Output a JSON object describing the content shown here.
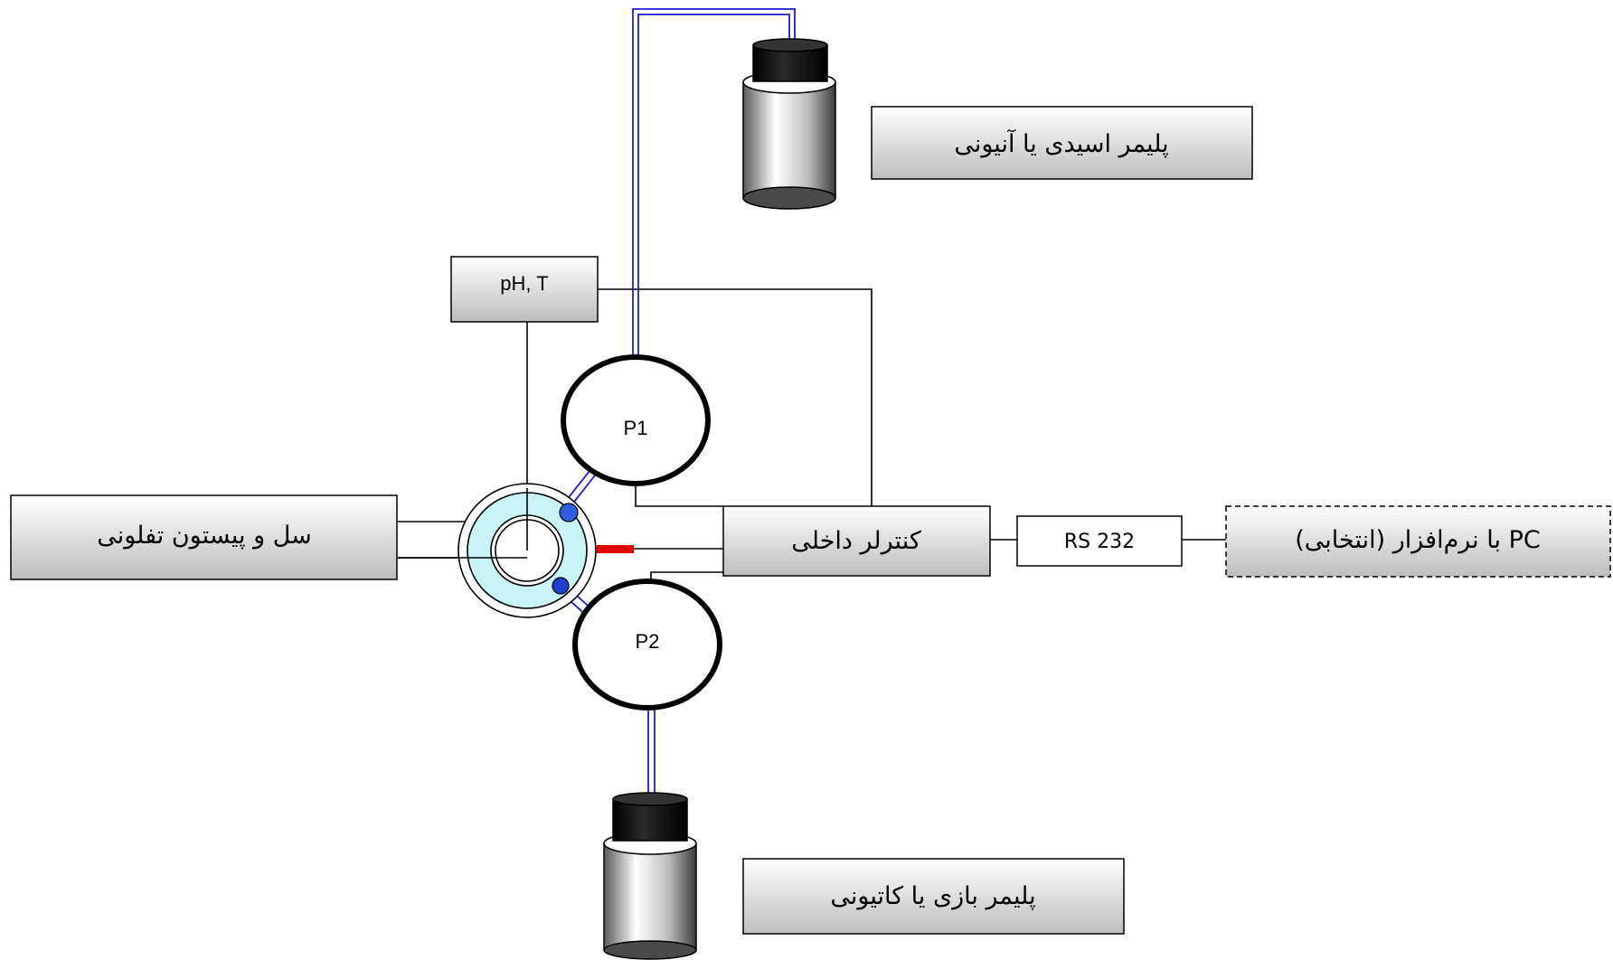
{
  "labels": {
    "acidic_polymer": "پلیمر اسیدی یا آنیونی",
    "basic_polymer": "پلیمر بازی یا کاتیونی",
    "cell_piston": "سل و پیستون تفلونی",
    "internal_controller": "کنترلر داخلی",
    "pc_software": "PC با نرم‌افزار (انتخابی)",
    "rs232": "RS 232",
    "ph_t": "pH, T",
    "pump1": "P1",
    "pump2": "P2"
  },
  "colors": {
    "tube": "#1b1bd0",
    "cell_fill": "#c8f4f6",
    "valve": "#2f5fe0",
    "heater": "#e00000",
    "box_top": "#ffffff",
    "box_bottom": "#bdbdbd",
    "bottle_cap": "#111111"
  }
}
